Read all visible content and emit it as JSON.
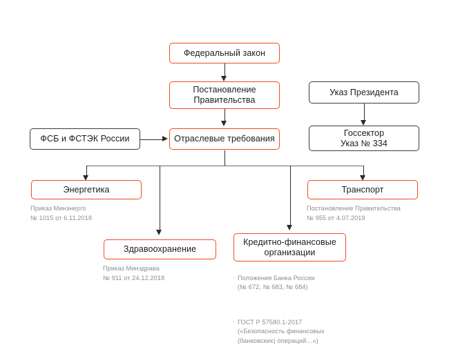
{
  "diagram": {
    "title_hidden": "",
    "colors": {
      "accent_orange": "#F04A1E",
      "dark_border": "#3a3a3a",
      "note_gray": "#8d8d8d",
      "connector": "#2b2b2b",
      "background": "#ffffff"
    },
    "nodes": {
      "federal_law": "Федеральный закон",
      "government_decree": "Постановление\nПравительства",
      "industry_requirements": "Отраслевые требования",
      "fsb_fstec": "ФСБ и ФСТЭК России",
      "presidential_decree": "Указ Президента",
      "gov_sector": "Госсектор\nУказ № 334",
      "energy": "Энергетика",
      "healthcare": "Здравоохранение",
      "transport": "Транспорт",
      "credit_financial": "Кредитно-финансовые\nорганизации"
    },
    "notes": {
      "energy": "Приказ Минэнерго\n№ 1015 от 6.11.2018",
      "healthcare": "Приказ Минздрава\n№ 911 от 24.12.2018",
      "transport": "Постановление Правительства\n№ 955 от 4.07.2019",
      "credit_financial": [
        "Положения Банка России\n(№ 672, № 683, № 684)",
        "ГОСТ Р 57580.1-2017\n(«Безопасность финансовых\n(банковских) операций…»)"
      ]
    }
  }
}
